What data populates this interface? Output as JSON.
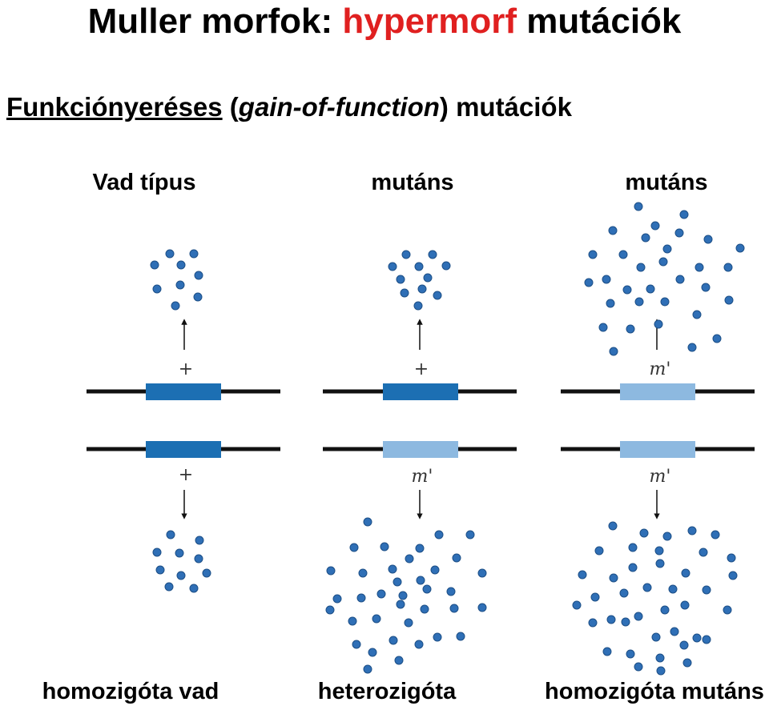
{
  "title": {
    "part1": "Muller morfok:",
    "highlight": "hypermorf",
    "part2": "mutációk",
    "highlight_color": "#e02020"
  },
  "subtitle": {
    "underlined": "Funkciónyeréses",
    "open": "(",
    "italic": "gain-of-function",
    "close": ")",
    "rest": "mutációk"
  },
  "columns": [
    {
      "header": "Vad típus",
      "footer": "homozigóta vad",
      "top_allele": "+",
      "bottom_allele": "+"
    },
    {
      "header": "mutáns",
      "footer": "heterozigóta",
      "top_allele": "+",
      "bottom_allele": "m'"
    },
    {
      "header": "mutáns",
      "footer": "homozigóta mutáns",
      "top_allele": "m'",
      "bottom_allele": "m'"
    }
  ],
  "colors": {
    "wild_type_gene": "#1c6fb3",
    "mutant_gene": "#8db9e0",
    "molecule": "#2f6fb6",
    "chromosome": "#111111"
  }
}
